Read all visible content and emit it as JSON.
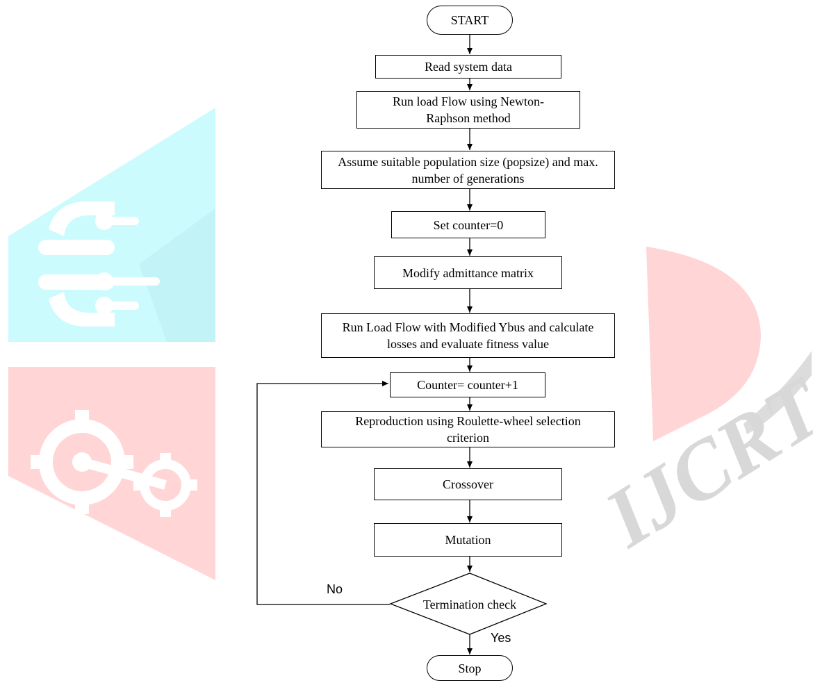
{
  "start": "START",
  "steps": [
    "Read system data",
    "Run load Flow using Newton-Raphson method",
    "Assume suitable population size (popsize) and max. number of generations",
    "Set counter=0",
    "Modify admittance matrix",
    "Run Load Flow with Modified Ybus and calculate losses and evaluate fitness value",
    "Counter= counter+1",
    "Reproduction using Roulette-wheel selection criterion",
    "Crossover",
    "Mutation"
  ],
  "decision": "Termination check",
  "no_label": "No",
  "yes_label": "Yes",
  "stop": "Stop",
  "watermark": {
    "text": "IJCRT",
    "colors": [
      "#ccfbfd",
      "#ffd5d5"
    ]
  }
}
